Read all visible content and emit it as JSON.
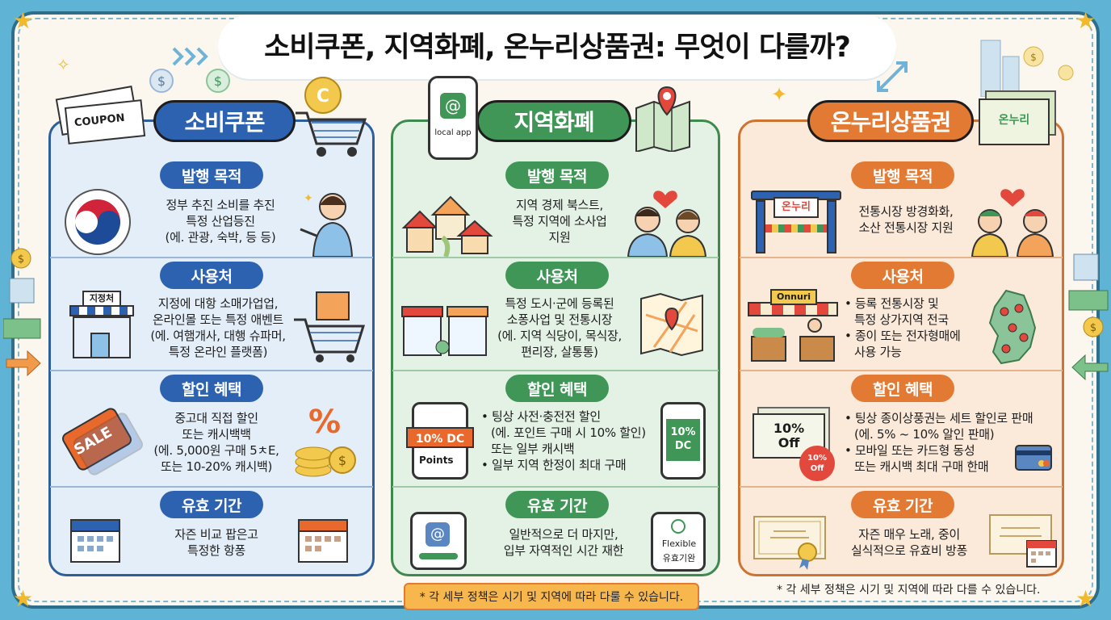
{
  "title": "소비쿠폰, 지역화폐, 온누리상품권: 무엇이 다를까?",
  "colors": {
    "coupon": "#2d62b0",
    "local": "#3f9656",
    "onnuri": "#e27a33"
  },
  "section_labels": [
    "발행 목적",
    "사용처",
    "할인 혜택",
    "유효 기간"
  ],
  "columns": {
    "coupon": {
      "header": "소비쿠폰",
      "icon_labels": {
        "ticket": "COUPON",
        "shop_sign": "지정처",
        "sale": "SALE"
      },
      "purpose": [
        "정부 추진 소비를 추진",
        "특정 산업등진",
        "(에. 관광, 숙박, 등 등)"
      ],
      "usage": [
        "지정에 대항 소매가업업,",
        "온라인몰 또는 특정 애벤트",
        "(에. 여햄개사, 대행 슈파머,",
        "특정 온라인 플랫폼)"
      ],
      "discount": [
        "중고대 직접 할인",
        "또는 캐시백백",
        "(에. 5,000원 구매 5ㅊE,",
        "또는 10-20% 캐시백)"
      ],
      "validity": [
        "자즌 비교 팝은고",
        "특정한 항퐁"
      ]
    },
    "local": {
      "header": "지역화폐",
      "icon_labels": {
        "app": "local app",
        "points_badge": "10% DC",
        "points": "Points",
        "phone_dc": "10% DC",
        "flexible": "Flexible",
        "flexible_sub": "유효기완"
      },
      "purpose": [
        "지역 경제 북스트,",
        "특정 지역에 소사업",
        "지원"
      ],
      "usage": [
        "특정 도시·군에 등록된",
        "소퐁사업 및 전통시장",
        "(에. 지역 식당이, 목식장,",
        "편리장, 살통통)"
      ],
      "discount": [
        "팅상 사전·충전전 할인",
        "(에. 포인트 구매 시 10% 할인)",
        "또는 일부 캐시백",
        "일부 지역 한정이 최대 구매"
      ],
      "validity": [
        "일반적으로 더 마지만,",
        "입부 자역적인 시간 재한"
      ]
    },
    "onnuri": {
      "header": "온누리상품권",
      "icon_labels": {
        "voucher": "온누리",
        "gate": "온누리",
        "market_sign": "Onnuri",
        "bill": "10% Off",
        "badge": "10% Off"
      },
      "purpose": [
        "전통시장 방경화화,",
        "소산 전통시장 지원"
      ],
      "usage": [
        "등록 전통시장 및",
        "특정 상가지역 전국",
        "종이 또는 전자형매에",
        "사용 가능"
      ],
      "discount": [
        "팅상 종이상풍권는 세트 할인로 판매",
        "(에. 5% ~ 10% 알인 판매)",
        "모바일 또는 카드형 동성",
        "또는 캐시백 최대 구매 한매"
      ],
      "validity": [
        "자즌 매우 노래, 중이",
        "실식적으로 유효비 방퐁"
      ]
    }
  },
  "footnote_center": "* 각 세부 정책은 시기 및 지역에 따라 다룰 수 있습니다.",
  "footnote_right": "* 각 세부 정책은 시기 및 지역에 따라 다를 수 있습니다."
}
